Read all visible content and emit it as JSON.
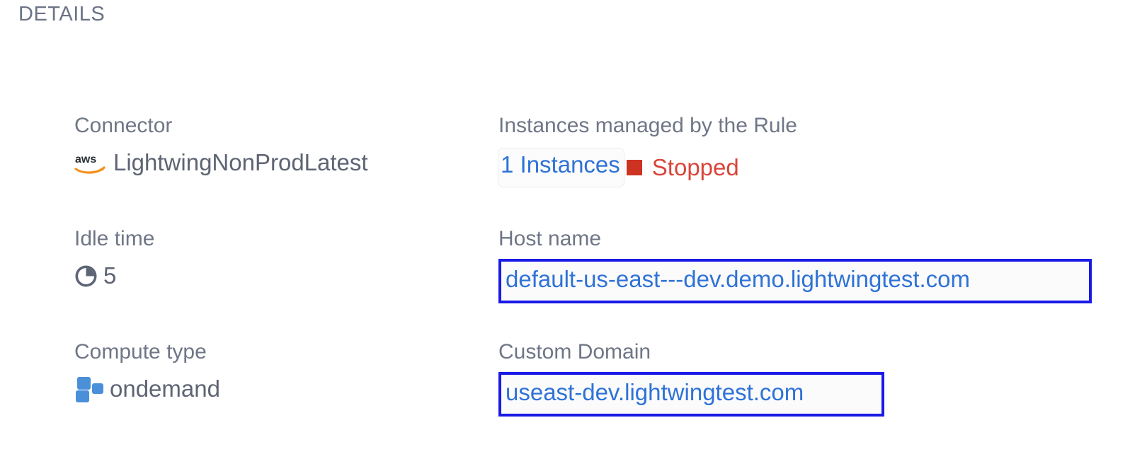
{
  "section": {
    "title": "DETAILS"
  },
  "colors": {
    "label": "#6f7686",
    "value": "#5e6473",
    "link": "#2f72d6",
    "status_stopped": "#d9453a",
    "status_swatch": "#cc3322",
    "annotation_border": "#1a1ae6",
    "compute_icon": "#4a90d9",
    "aws_swoosh": "#f4911e"
  },
  "fields": {
    "connector": {
      "label": "Connector",
      "value": "LightwingNonProdLatest",
      "icon": "aws-logo-icon"
    },
    "instances": {
      "label": "Instances managed by the Rule",
      "link_text": "1 Instances",
      "status_text": "Stopped",
      "status_icon": "stopped-square-icon"
    },
    "idle_time": {
      "label": "Idle time",
      "value": "5",
      "icon": "clock-icon"
    },
    "host_name": {
      "label": "Host name",
      "value": "default-us-east---dev.demo.lightwingtest.com"
    },
    "compute_type": {
      "label": "Compute type",
      "value": "ondemand",
      "icon": "compute-squares-icon"
    },
    "custom_domain": {
      "label": "Custom Domain",
      "value": "useast-dev.lightwingtest.com"
    }
  }
}
